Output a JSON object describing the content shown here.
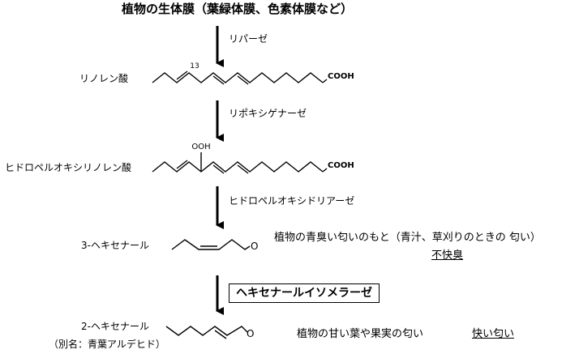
{
  "title": "植物の生体膜（葉緑体膜、色素体膜など）",
  "steps": [
    {
      "enzyme": "リパーゼ"
    },
    {
      "compound": "リノレン酸",
      "carbon_number": "13",
      "group": "COOH"
    },
    {
      "enzyme": "リポキシゲナーゼ"
    },
    {
      "compound": "ヒドロペルオキシリノレン酸",
      "substituent": "OOH",
      "group": "COOH"
    },
    {
      "enzyme": "ヒドロペルオキシドリアーゼ"
    },
    {
      "compound": "3-ヘキセナール",
      "atom": "O",
      "description": "植物の青臭い匂いのもと（青汁、草刈りのときの 匂い）",
      "evaluation": "不快臭"
    },
    {
      "enzyme": "ヘキセナールイソメラーゼ"
    },
    {
      "compound": "2-ヘキセナール",
      "alias": "（別名：青葉アルデヒド）",
      "atom": "O",
      "description": "植物の甘い葉や果実の匂い",
      "evaluation": "快い匂い"
    }
  ]
}
